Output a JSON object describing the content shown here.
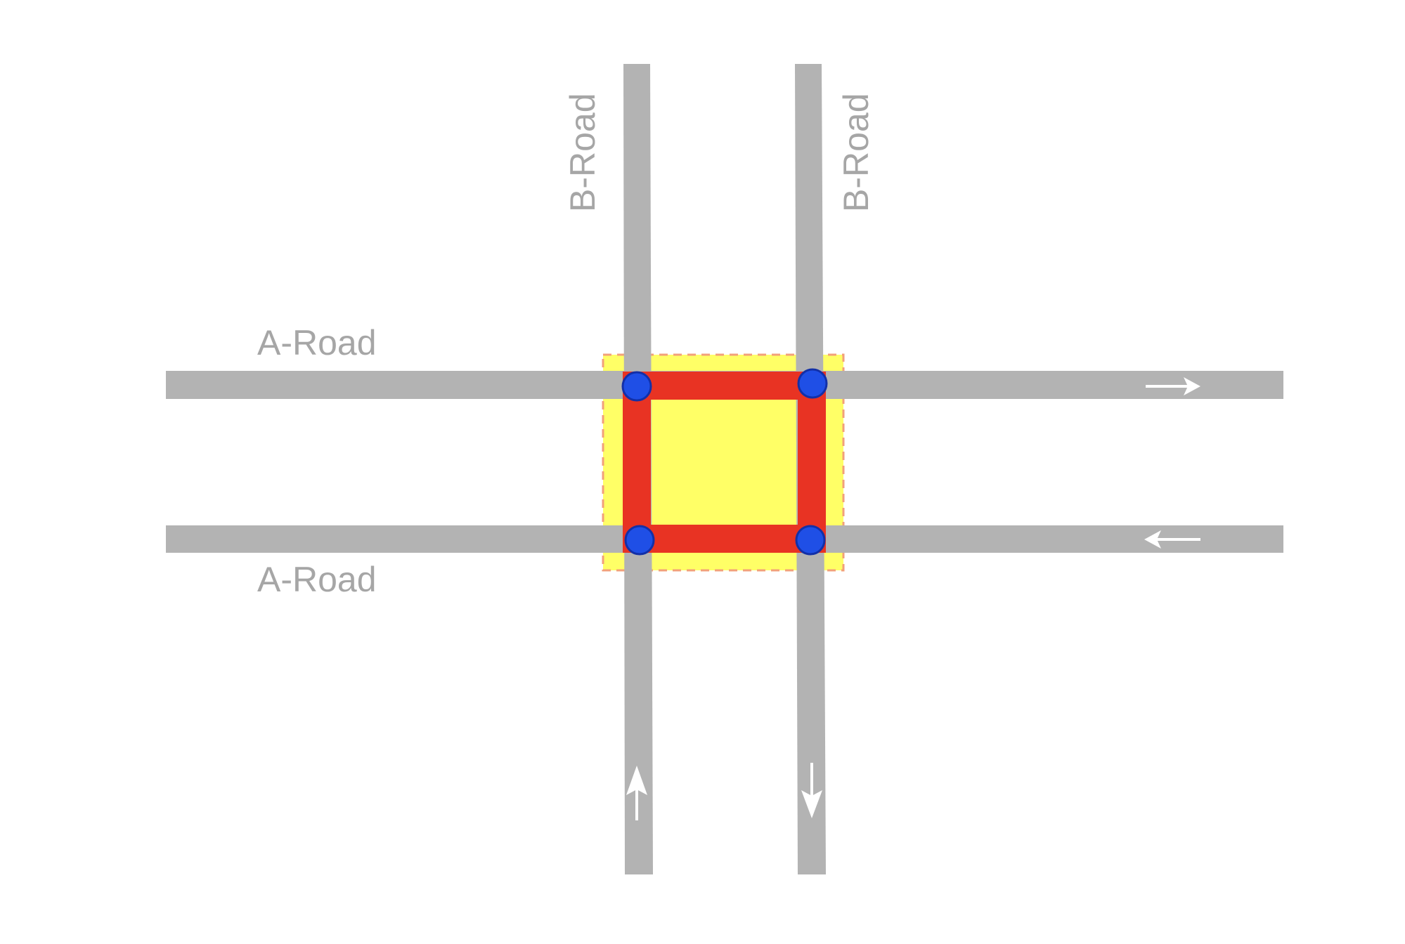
{
  "labels": {
    "a_road_top": "A-Road",
    "a_road_bottom": "A-Road",
    "b_road_left": "B-Road",
    "b_road_right": "B-Road"
  },
  "colors": {
    "road": "#b3b3b3",
    "junction_box_fill": "#ffff66",
    "junction_box_border": "#f2a07a",
    "junction_link": "#e83323",
    "node_fill": "#1f4fe6",
    "node_stroke": "#1230a8",
    "arrow": "#ffffff",
    "label": "#a6a6a6"
  },
  "traffic_directions": {
    "a_road_top": "east",
    "a_road_bottom": "west",
    "b_road_left": "north",
    "b_road_right": "south"
  },
  "junction_nodes": 4
}
